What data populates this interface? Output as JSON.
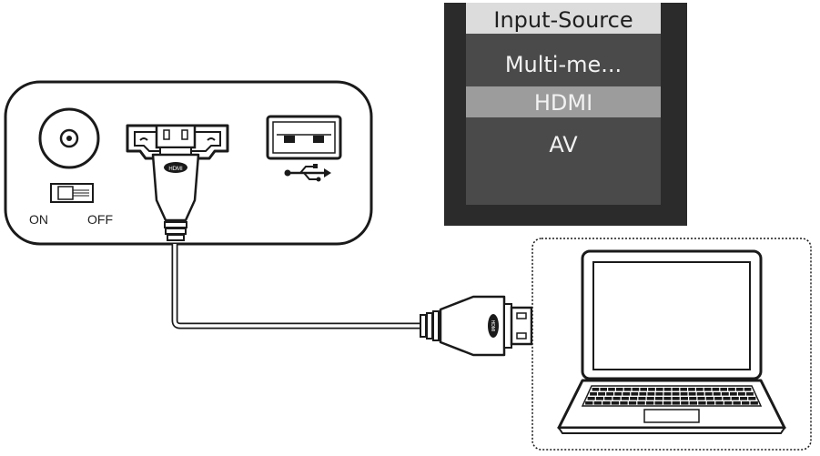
{
  "menu": {
    "title": "Input-Source",
    "items": [
      "Multi-me...",
      "HDMI",
      "AV"
    ],
    "selected": "HDMI"
  },
  "device": {
    "switch_on_label": "ON",
    "switch_off_label": "OFF",
    "hdmi_plug_label": "HDMI",
    "usb_icon": "usb-icon",
    "power_icon": "dc-power-jack-icon"
  },
  "laptop": {
    "hdmi_plug_label": "HDMI"
  },
  "colors": {
    "outline": "#1a1a1a",
    "menu_frame": "#2b2b2b",
    "menu_body": "#4a4a4a",
    "menu_title_bg": "#d9d9d9",
    "menu_highlight": "#9c9c9c"
  }
}
